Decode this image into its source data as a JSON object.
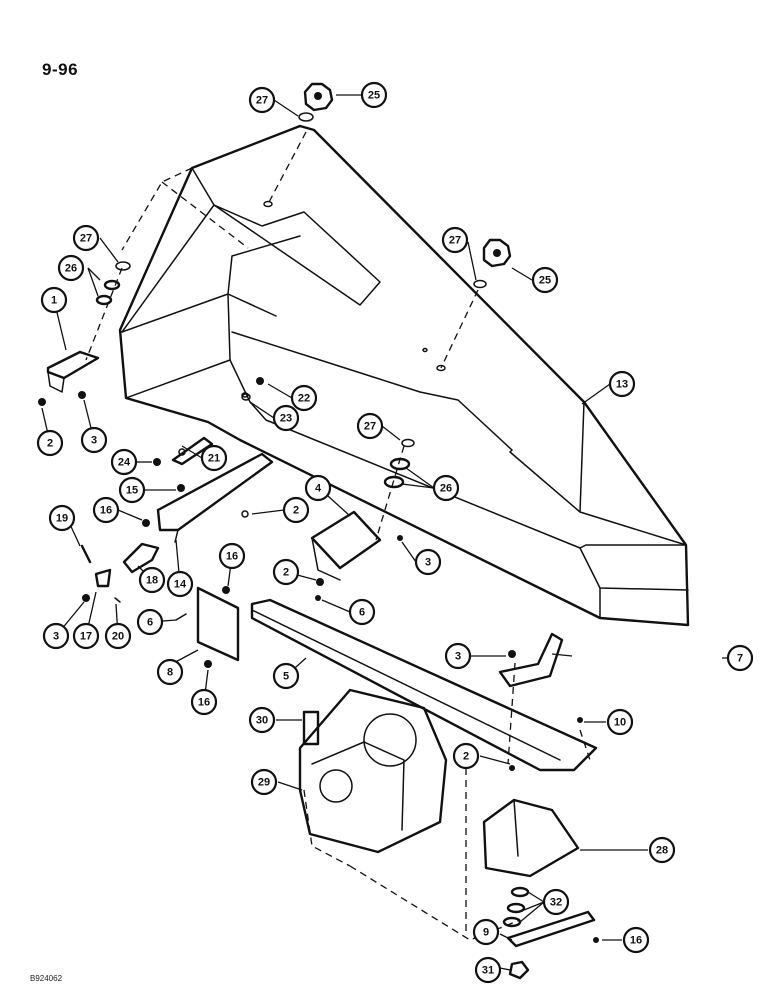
{
  "page": {
    "number": "9-96",
    "figure_code": "B924062"
  },
  "callouts": [
    {
      "label": "27"
    },
    {
      "label": "25"
    },
    {
      "label": "27"
    },
    {
      "label": "25"
    },
    {
      "label": "27"
    },
    {
      "label": "26"
    },
    {
      "label": "1"
    },
    {
      "label": "2"
    },
    {
      "label": "3"
    },
    {
      "label": "22"
    },
    {
      "label": "23"
    },
    {
      "label": "13"
    },
    {
      "label": "27"
    },
    {
      "label": "26"
    },
    {
      "label": "24"
    },
    {
      "label": "21"
    },
    {
      "label": "15"
    },
    {
      "label": "16"
    },
    {
      "label": "2"
    },
    {
      "label": "4"
    },
    {
      "label": "19"
    },
    {
      "label": "3"
    },
    {
      "label": "16"
    },
    {
      "label": "14"
    },
    {
      "label": "18"
    },
    {
      "label": "2"
    },
    {
      "label": "6"
    },
    {
      "label": "3"
    },
    {
      "label": "17"
    },
    {
      "label": "20"
    },
    {
      "label": "6"
    },
    {
      "label": "8"
    },
    {
      "label": "16"
    },
    {
      "label": "5"
    },
    {
      "label": "3"
    },
    {
      "label": "7"
    },
    {
      "label": "30"
    },
    {
      "label": "10"
    },
    {
      "label": "2"
    },
    {
      "label": "29"
    },
    {
      "label": "28"
    },
    {
      "label": "32"
    },
    {
      "label": "9"
    },
    {
      "label": "16"
    },
    {
      "label": "31"
    }
  ]
}
